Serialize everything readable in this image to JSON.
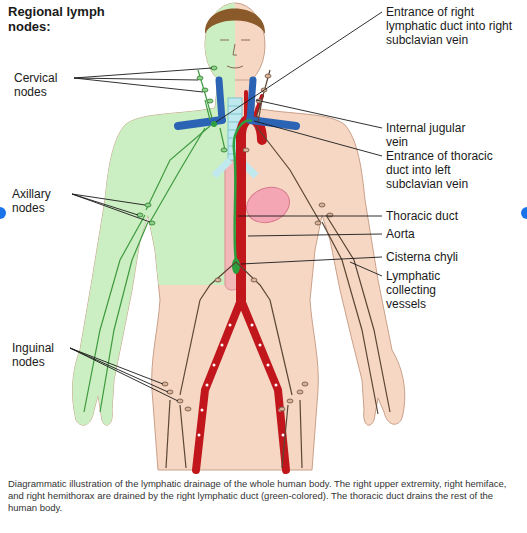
{
  "diagram": {
    "title": "Regional lymph nodes:",
    "caption": "Diagrammatic illustration of the lymphatic drainage of the whole human body. The right upper extremity, right hemiface, and right hemithorax are drained by the right lymphatic duct (green-colored). The thoracic duct drains the rest of the human body.",
    "labels": [
      "Cervical nodes",
      "Axillary nodes",
      "Inguinal nodes",
      "Entrance of right lymphatic duct into right subclavian vein",
      "Internal jugular vein",
      "Entrance of thoracic duct into left subclavian vein",
      "Thoracic duct",
      "Aorta",
      "Cisterna chyli",
      "Lymphatic collecting vessels"
    ]
  }
}
